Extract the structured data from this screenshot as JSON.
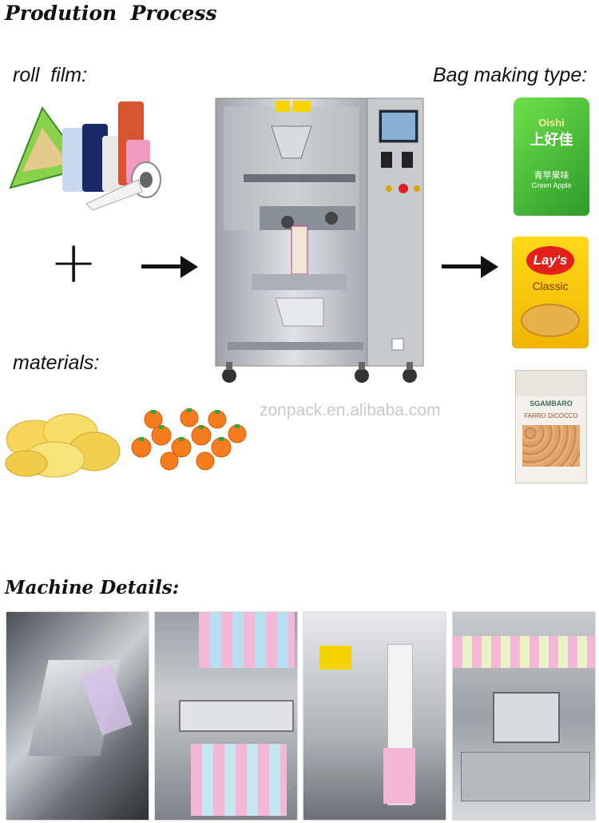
{
  "title": "Prodution  Process",
  "roll_film_label": "roll  film:",
  "bag_type_label": "Bag making type:",
  "materials_label": "materials:",
  "plus_symbol": "+",
  "watermark": "zonpack.en.alibaba.com",
  "machine_details_title": "Machine Details:",
  "bags": [
    {
      "brand": "Oishi",
      "line2": "上好佳",
      "line3": "青苹果味",
      "line4": "Green Apple"
    },
    {
      "brand": "Lay's",
      "line2": "Classic"
    },
    {
      "brand": "SGAMBARO",
      "line2": "FARRO DICOCCO"
    }
  ],
  "colors": {
    "arrow": "#111111",
    "steel": "#b8bcc2",
    "lays_yellow": "#f5c400",
    "oishi_green": "#52c234"
  }
}
